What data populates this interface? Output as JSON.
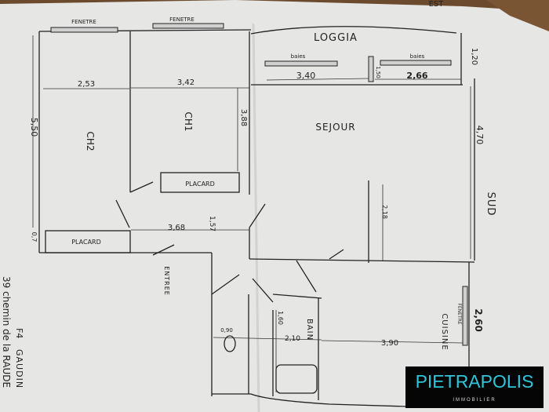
{
  "plan": {
    "orientation_top": "EST",
    "orientation_right": "SUD",
    "rooms": {
      "ch2": "CH2",
      "ch1": "CH1",
      "sejour": "SEJOUR",
      "loggia": "LOGGIA",
      "entree": "ENTREE",
      "bain": "BAIN",
      "cuisine": "CUISINE",
      "placard_top": "PLACARD",
      "placard_bottom": "PLACARD"
    },
    "windows": {
      "w1": "FENETRE",
      "w2": "FENETRE",
      "w3": "baies",
      "w4": "baies",
      "w5": "FENETRE"
    },
    "dimensions": {
      "d253": "2,53",
      "d342": "3,42",
      "d340": "3,40",
      "d266": "2,66",
      "d150": "1,50",
      "d120": "1,20",
      "d388": "3,88",
      "d550": "5,50",
      "d470": "4,70",
      "d368": "3,68",
      "d157": "1,57",
      "d218": "2,18",
      "d07": "0,7",
      "d090": "0,90",
      "d160": "1,60",
      "d210": "2,10",
      "d390": "3,90",
      "d260": "2,60"
    },
    "caption": {
      "type": "F4",
      "name": "GAUDIN",
      "address": "39 chemin de la RAUDE"
    }
  },
  "logo": {
    "name": "PIETRAPOLIS",
    "tagline": "IMMOBILIER",
    "color": "#2fc6dc"
  }
}
